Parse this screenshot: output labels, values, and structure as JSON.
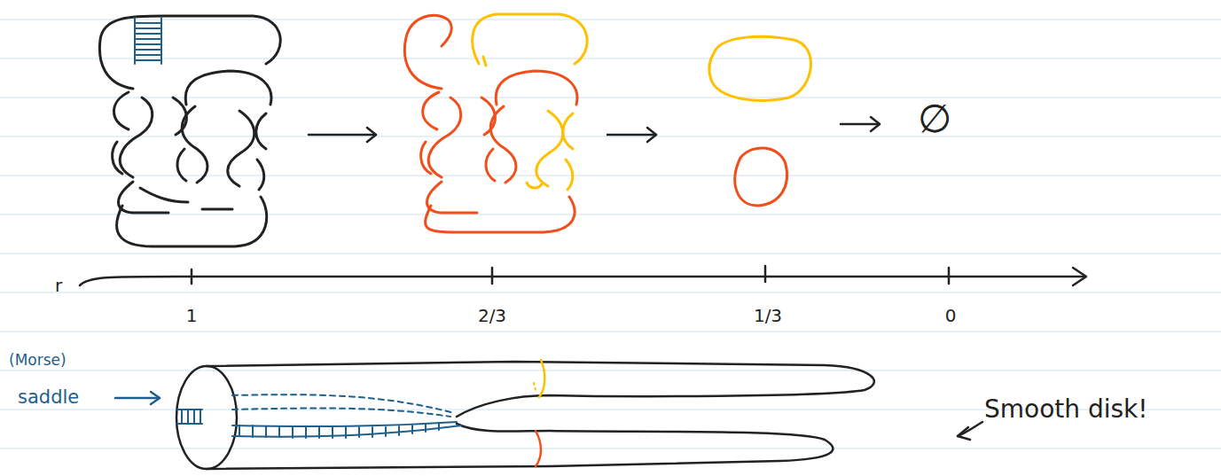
{
  "diagram": {
    "labels": [
      "∅",
      "r",
      "1",
      "2/3",
      "1/3",
      "0",
      "(Morse)",
      "saddle",
      "Smooth disk!"
    ]
  }
}
